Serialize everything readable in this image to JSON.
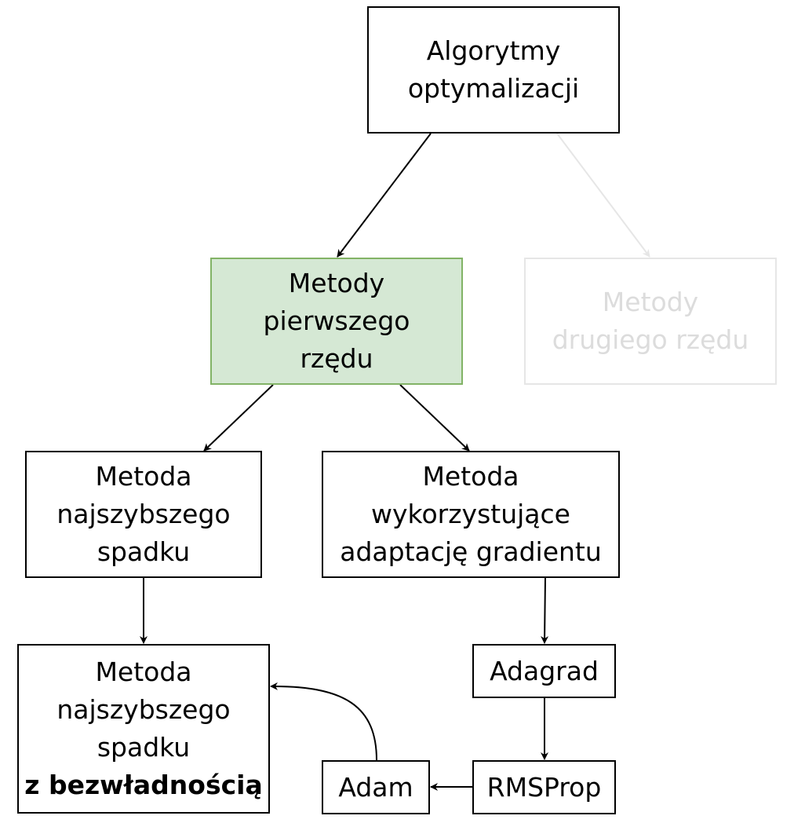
{
  "nodes": {
    "root": {
      "lines": [
        "Algorytmy",
        "optymalizacji"
      ]
    },
    "first_order": {
      "lines": [
        "Metody",
        "pierwszego",
        "rzędu"
      ],
      "color": "#d5e8d4",
      "border": "#82b366"
    },
    "second_order": {
      "lines": [
        "Metody",
        "drugiego rzędu"
      ],
      "color": "#e6e6e6"
    },
    "steepest": {
      "lines": [
        "Metoda",
        "najszybszego",
        "spadku"
      ]
    },
    "adaptive": {
      "lines": [
        "Metoda",
        "wykorzystujące",
        "adaptację gradientu"
      ]
    },
    "momentum": {
      "lines": [
        "Metoda",
        "najszybszego",
        "spadku"
      ],
      "bold_line": "z bezwładnością"
    },
    "adagrad": {
      "label": "Adagrad"
    },
    "rmsprop": {
      "label": "RMSProp"
    },
    "adam": {
      "label": "Adam"
    }
  }
}
